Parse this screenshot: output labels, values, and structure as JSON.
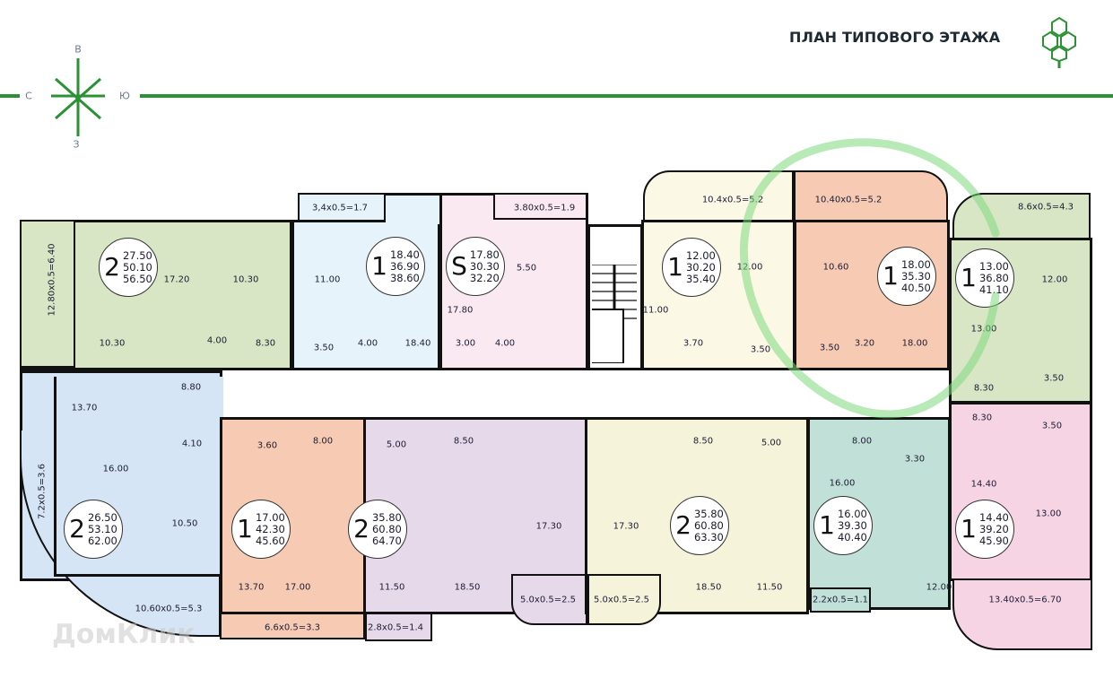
{
  "header": {
    "title": "ПЛАН ТИПОВОГО ЭТАЖА",
    "logo": "hexagon-tree-logo"
  },
  "compass": {
    "north": "С",
    "east": "В",
    "south": "Ю",
    "west": "З"
  },
  "watermark": "ДомКлик",
  "colors": {
    "accent": "#2a9134",
    "green": "#d8e6c5",
    "blue": "#e6f3fb",
    "pink": "#fbe9f1",
    "cream": "#fbf8e6",
    "salmon": "#f7cbb3",
    "lightblue": "#d5e5f5",
    "purple": "#e6d9ea",
    "yellow": "#f5f4db",
    "teal": "#c1e1d8",
    "rose": "#f6d4e4"
  },
  "apartments": [
    {
      "rooms": "2",
      "areas": [
        "27.50",
        "50.10",
        "56.50"
      ],
      "room_areas": [
        "17.20",
        "10.30",
        "10.30",
        "4.00",
        "8.30"
      ],
      "balconies": [
        "12.80x0.5=6.40"
      ]
    },
    {
      "rooms": "1",
      "areas": [
        "18.40",
        "36.90",
        "38.60"
      ],
      "room_areas": [
        "11.00",
        "3.50",
        "4.00",
        "18.40"
      ],
      "balconies": [
        "3,4x0.5=1.7"
      ]
    },
    {
      "rooms": "S",
      "areas": [
        "17.80",
        "30.30",
        "32.20"
      ],
      "room_areas": [
        "5.50",
        "17.80",
        "3.00",
        "4.00"
      ],
      "balconies": [
        "3.80x0.5=1.9"
      ]
    },
    {
      "rooms": "1",
      "areas": [
        "12.00",
        "30.20",
        "35.40"
      ],
      "room_areas": [
        "12.00",
        "11.00",
        "3.70",
        "3.50"
      ],
      "balconies": [
        "10.4x0.5=5.2"
      ]
    },
    {
      "rooms": "1",
      "areas": [
        "18.00",
        "35.30",
        "40.50"
      ],
      "room_areas": [
        "10.60",
        "3.50",
        "3.20",
        "18.00"
      ],
      "balconies": [
        "10.40x0.5=5.2"
      ]
    },
    {
      "rooms": "1",
      "areas": [
        "13.00",
        "36.80",
        "41.10"
      ],
      "room_areas": [
        "12.00",
        "13.00",
        "8.30",
        "3.50"
      ],
      "balconies": [
        "8.6x0.5=4.3"
      ]
    },
    {
      "rooms": "1",
      "areas": [
        "14.40",
        "39.20",
        "45.90"
      ],
      "room_areas": [
        "8.30",
        "3.50",
        "14.40",
        "13.00"
      ],
      "balconies": [
        "13.40x0.5=6.70"
      ]
    },
    {
      "rooms": "2",
      "areas": [
        "26.50",
        "53.10",
        "62.00"
      ],
      "room_areas": [
        "13.70",
        "8.80",
        "16.00",
        "4.10",
        "10.50"
      ],
      "balconies": [
        "7.2x0.5=3.6",
        "10.60x0.5=5.3"
      ]
    },
    {
      "rooms": "1",
      "areas": [
        "17.00",
        "42.30",
        "45.60"
      ],
      "room_areas": [
        "3.60",
        "8.00",
        "13.70",
        "17.00"
      ],
      "balconies": [
        "6.6x0.5=3.3"
      ]
    },
    {
      "rooms": "2",
      "areas": [
        "35.80",
        "60.80",
        "64.70"
      ],
      "room_areas": [
        "5.00",
        "8.50",
        "17.30",
        "11.50",
        "18.50"
      ],
      "balconies": [
        "2.8x0.5=1.4",
        "5.0x0.5=2.5"
      ]
    },
    {
      "rooms": "2",
      "areas": [
        "35.80",
        "60.80",
        "63.30"
      ],
      "room_areas": [
        "8.50",
        "5.00",
        "17.30",
        "18.50",
        "11.50"
      ],
      "balconies": [
        "5.0x0.5=2.5"
      ]
    },
    {
      "rooms": "1",
      "areas": [
        "16.00",
        "39.30",
        "40.40"
      ],
      "room_areas": [
        "8.00",
        "3.30",
        "16.00",
        "12.00"
      ],
      "balconies": [
        "2.2x0.5=1.1"
      ]
    }
  ]
}
